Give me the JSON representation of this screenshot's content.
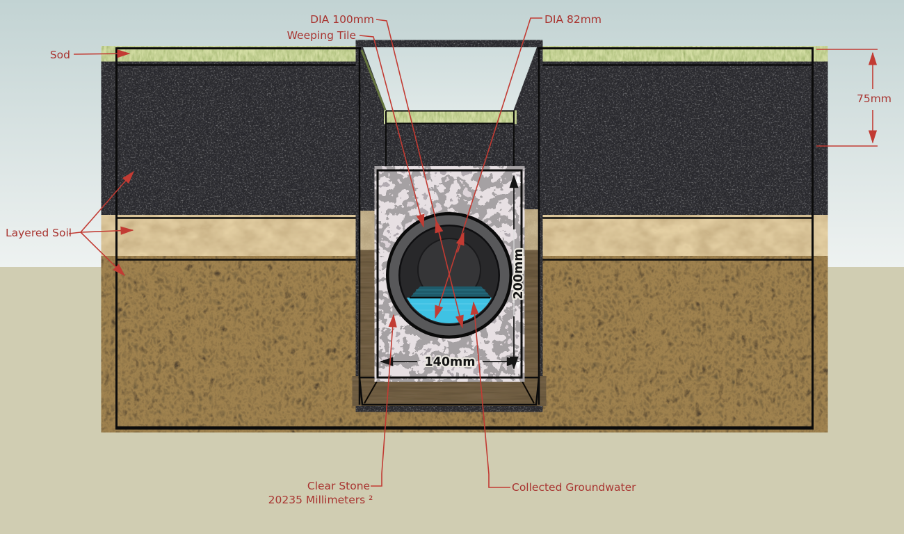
{
  "diagram": {
    "type": "weeping-tile-trench-cross-section",
    "annotations": {
      "sod": "Sod",
      "layered_soil": "Layered Soil",
      "weeping_tile": "Weeping Tile",
      "dia_outer": "DIA 100mm",
      "dia_inner": "DIA 82mm",
      "depth_cover": "75mm",
      "clear_stone_line1": "Clear Stone",
      "clear_stone_line2": "20235 Millimeters ²",
      "collected_groundwater": "Collected Groundwater"
    },
    "dimensions": {
      "trench_width": "140mm",
      "stone_height": "200mm"
    },
    "colors": {
      "sky_top": "#c2d3d3",
      "sky_bottom": "#eef2f1",
      "ground_backdrop": "#d0cdb2",
      "annotation_red": "#c23b33",
      "label_red": "#a83430",
      "pipe_outer_ring": "#58585a",
      "pipe_inner_ring": "#28282a",
      "water": "#3fc2e4",
      "water_surface": "#1e5b6b"
    }
  }
}
